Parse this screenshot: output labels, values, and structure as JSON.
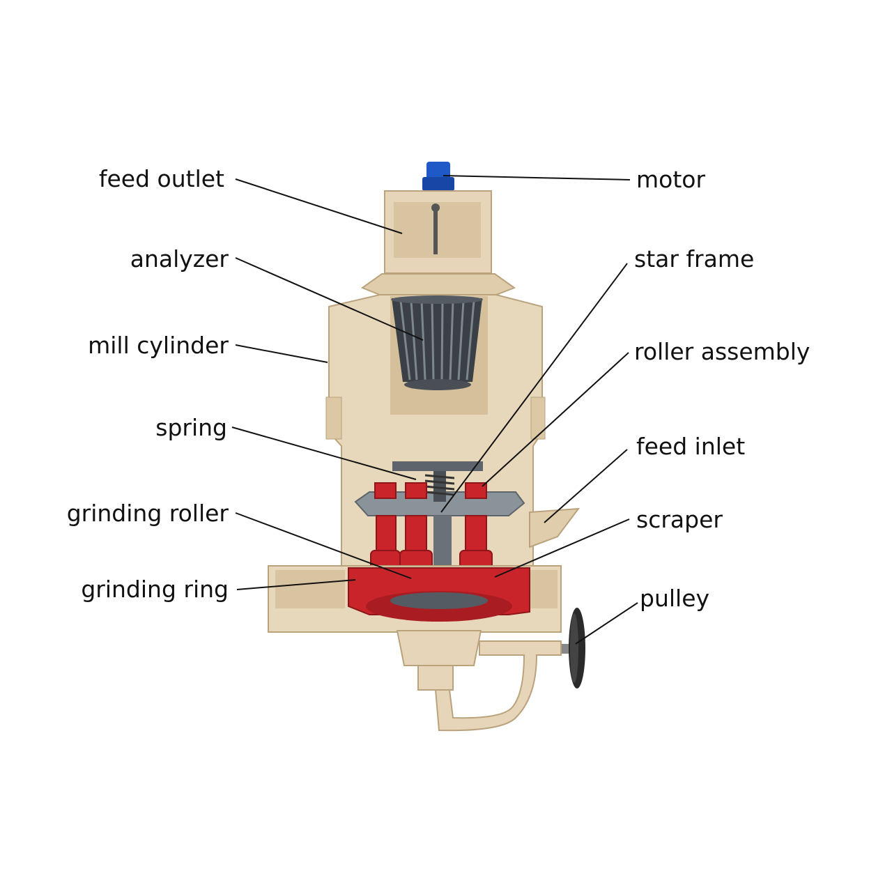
{
  "labels": {
    "feed_outlet": "feed outlet",
    "analyzer": "analyzer",
    "mill_cylinder": "mill cylinder",
    "spring": "spring",
    "grinding_roller": "grinding roller",
    "grinding_ring": "grinding ring",
    "motor": "motor",
    "star_frame": "star frame",
    "roller_assembly": "roller assembly",
    "feed_inlet": "feed inlet",
    "scraper": "scraper",
    "pulley": "pulley"
  },
  "colors": {
    "body": "#e6d5b8",
    "body_shade": "#cdb894",
    "red": "#c8242a",
    "red_dark": "#8e1519",
    "steel": "#6b7178",
    "steel_light": "#9aa2aa",
    "motor": "#1f58c7",
    "pulley": "#2a2a2a",
    "leader": "#111111"
  }
}
